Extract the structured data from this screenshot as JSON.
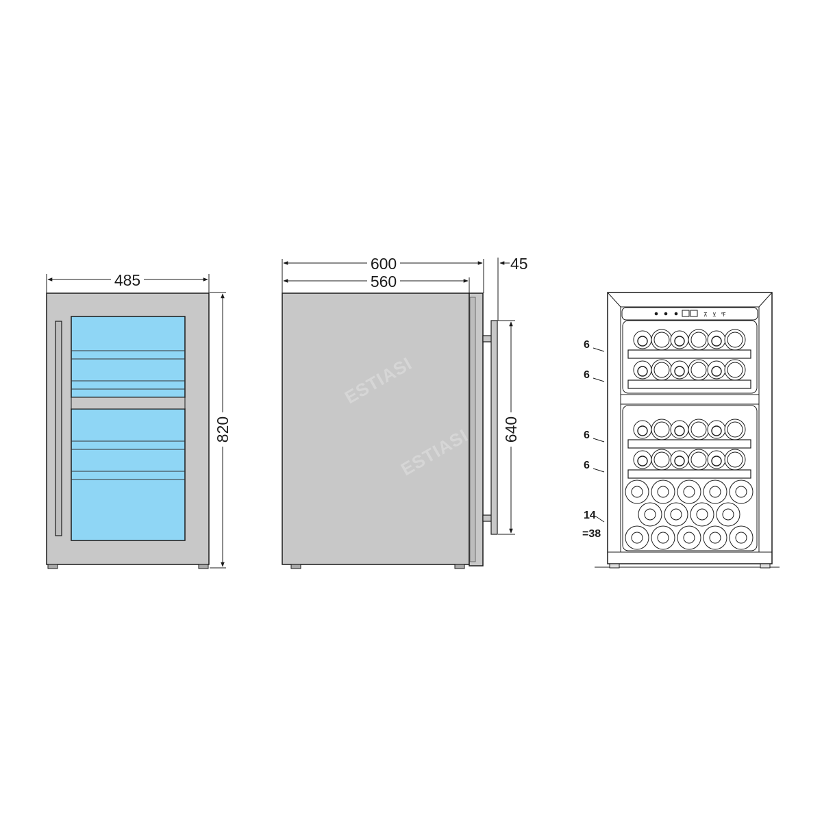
{
  "dimensions": {
    "front_width": "485",
    "front_height": "820",
    "side_depth_total": "600",
    "side_depth_body": "560",
    "door_handle_depth": "45",
    "handle_height": "640"
  },
  "capacity": {
    "shelf_1": "6",
    "shelf_2": "6",
    "shelf_3": "6",
    "shelf_4": "6",
    "bottom": "14",
    "total": "=38"
  },
  "watermark": "ESTIASI",
  "colors": {
    "glass": "#8fd6f5",
    "steel": "#c8c8c8",
    "line": "#1a1a1a"
  }
}
